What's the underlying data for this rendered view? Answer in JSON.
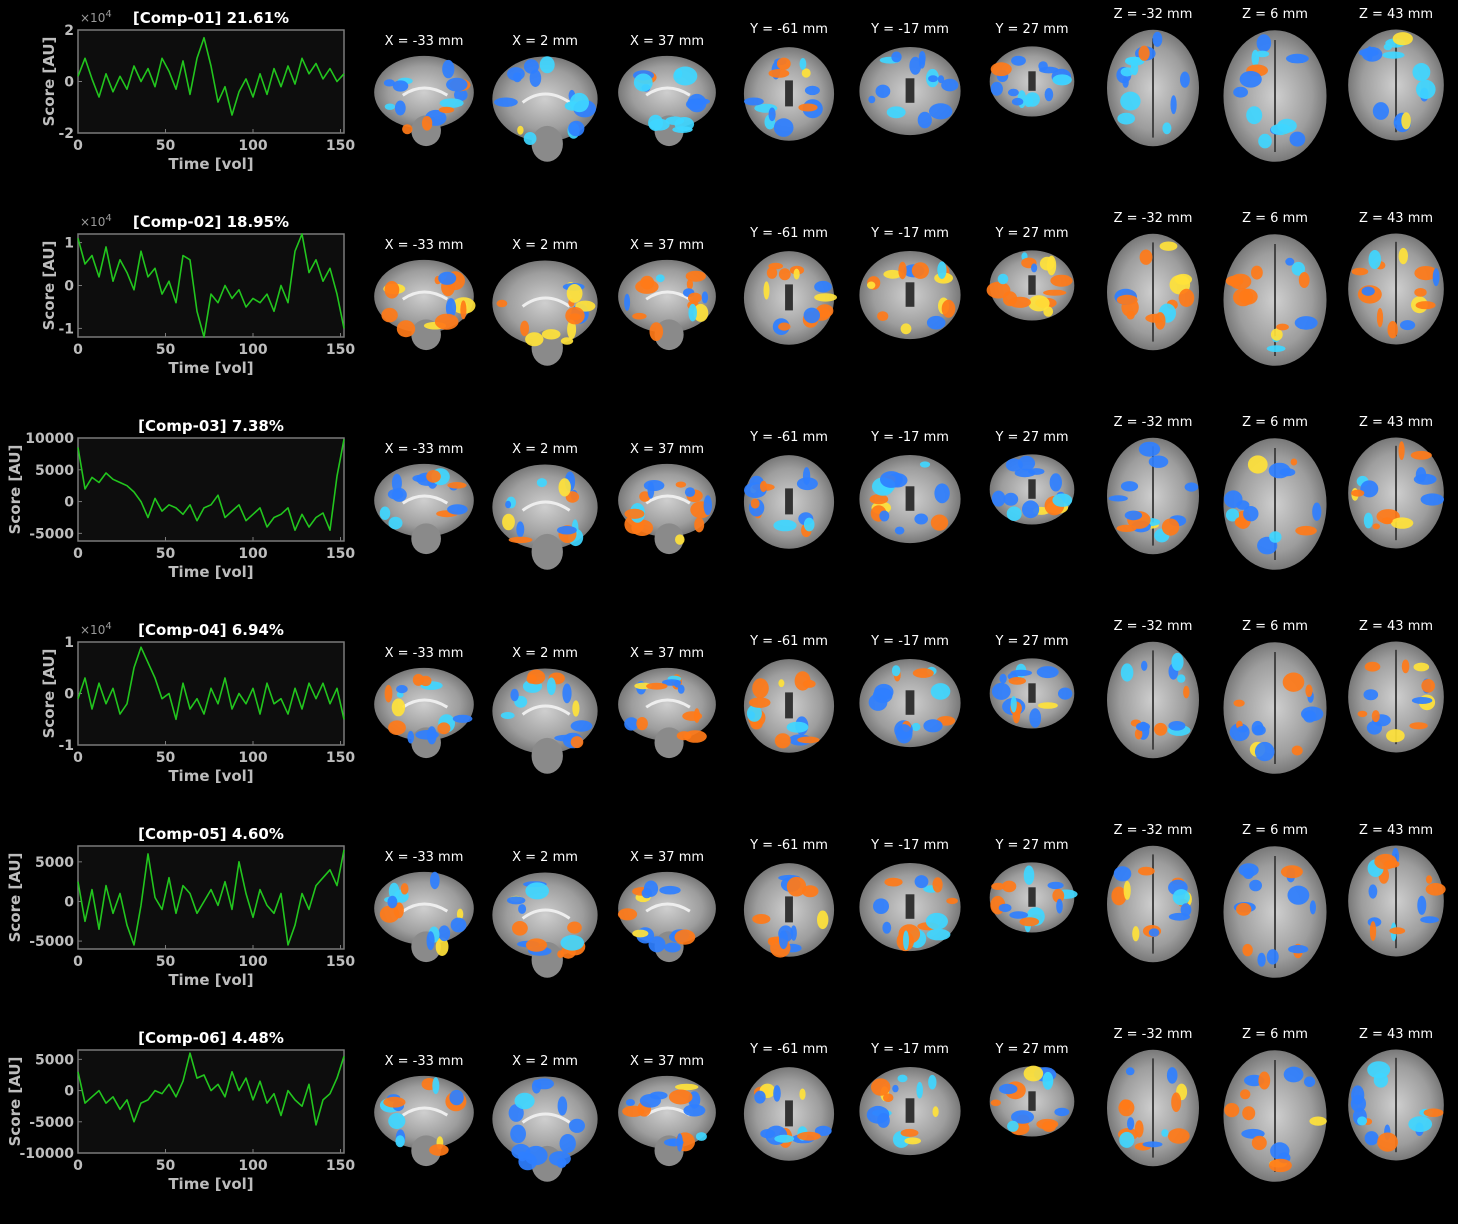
{
  "components": [
    {
      "title": "[Comp-01] 21.61%",
      "ylabel": "Score [AU]",
      "xlabel": "Time [vol]",
      "exponent": "×10",
      "exponent_power": "4",
      "x_ticks": [
        "0",
        "50",
        "100",
        "150"
      ],
      "y_ticks": [
        "2",
        "0",
        "-2"
      ],
      "chart_data": {
        "type": "line",
        "xlim": [
          0,
          152
        ],
        "ylim": [
          -2,
          2
        ],
        "y_tick_values": [
          2,
          0,
          -2
        ],
        "x": [
          0,
          4,
          8,
          12,
          16,
          20,
          24,
          28,
          32,
          36,
          40,
          44,
          48,
          52,
          56,
          60,
          64,
          68,
          72,
          76,
          80,
          84,
          88,
          92,
          96,
          100,
          104,
          108,
          112,
          116,
          120,
          124,
          128,
          132,
          136,
          140,
          144,
          148,
          152
        ],
        "values": [
          0.2,
          0.9,
          0.1,
          -0.6,
          0.3,
          -0.4,
          0.2,
          -0.3,
          0.6,
          0.0,
          0.5,
          -0.2,
          0.9,
          0.4,
          -0.3,
          0.8,
          -0.5,
          0.9,
          1.7,
          0.6,
          -0.8,
          -0.2,
          -1.3,
          -0.4,
          0.1,
          -0.6,
          0.3,
          -0.5,
          0.5,
          -0.2,
          0.6,
          -0.1,
          0.9,
          0.3,
          0.7,
          0.1,
          0.5,
          0.0,
          0.3
        ]
      },
      "slices": {
        "x": [
          "X = -33 mm",
          "X = 2 mm",
          "X = 37 mm"
        ],
        "y": [
          "Y = -61 mm",
          "Y = -17 mm",
          "Y = 27 mm"
        ],
        "z": [
          "Z = -32 mm",
          "Z = 6 mm",
          "Z = 43 mm"
        ]
      }
    },
    {
      "title": "[Comp-02] 18.95%",
      "ylabel": "Score [AU]",
      "xlabel": "Time [vol]",
      "exponent": "×10",
      "exponent_power": "4",
      "x_ticks": [
        "0",
        "50",
        "100",
        "150"
      ],
      "y_ticks": [
        "1",
        "0",
        "-1"
      ],
      "chart_data": {
        "type": "line",
        "xlim": [
          0,
          152
        ],
        "ylim": [
          -1.2,
          1.2
        ],
        "y_tick_values": [
          1,
          0,
          -1
        ],
        "x": [
          0,
          4,
          8,
          12,
          16,
          20,
          24,
          28,
          32,
          36,
          40,
          44,
          48,
          52,
          56,
          60,
          64,
          68,
          72,
          76,
          80,
          84,
          88,
          92,
          96,
          100,
          104,
          108,
          112,
          116,
          120,
          124,
          128,
          132,
          136,
          140,
          144,
          148,
          152
        ],
        "values": [
          1.1,
          0.5,
          0.7,
          0.2,
          0.9,
          0.1,
          0.6,
          0.3,
          -0.1,
          0.8,
          0.2,
          0.4,
          -0.2,
          0.1,
          -0.4,
          0.7,
          0.6,
          -0.6,
          -1.2,
          -0.2,
          -0.4,
          0.0,
          -0.3,
          -0.1,
          -0.5,
          -0.3,
          -0.4,
          -0.2,
          -0.6,
          0.0,
          -0.4,
          0.8,
          1.2,
          0.3,
          0.6,
          0.1,
          0.4,
          -0.2,
          -1.0
        ]
      },
      "slices": {
        "x": [
          "X = -33 mm",
          "X = 2 mm",
          "X = 37 mm"
        ],
        "y": [
          "Y = -61 mm",
          "Y = -17 mm",
          "Y = 27 mm"
        ],
        "z": [
          "Z = -32 mm",
          "Z = 6 mm",
          "Z = 43 mm"
        ]
      }
    },
    {
      "title": "[Comp-03] 7.38%",
      "ylabel": "Score [AU]",
      "xlabel": "Time [vol]",
      "exponent": "",
      "exponent_power": "",
      "x_ticks": [
        "0",
        "50",
        "100",
        "150"
      ],
      "y_ticks": [
        "10000",
        "5000",
        "0",
        "-5000"
      ],
      "chart_data": {
        "type": "line",
        "xlim": [
          0,
          152
        ],
        "ylim": [
          -6200,
          10000
        ],
        "y_tick_values": [
          10000,
          5000,
          0,
          -5000
        ],
        "x": [
          0,
          4,
          8,
          12,
          16,
          20,
          24,
          28,
          32,
          36,
          40,
          44,
          48,
          52,
          56,
          60,
          64,
          68,
          72,
          76,
          80,
          84,
          88,
          92,
          96,
          100,
          104,
          108,
          112,
          116,
          120,
          124,
          128,
          132,
          136,
          140,
          144,
          148,
          152
        ],
        "values": [
          8500,
          2000,
          3800,
          3000,
          4500,
          3500,
          3000,
          2500,
          1500,
          0,
          -2500,
          500,
          -1500,
          -500,
          -1000,
          -2000,
          -500,
          -3000,
          -1000,
          -500,
          1000,
          -2500,
          -1500,
          -500,
          -3000,
          -2000,
          -1000,
          -4000,
          -2500,
          -2000,
          -1000,
          -4500,
          -2000,
          -4000,
          -2500,
          -1800,
          -4500,
          4000,
          9800
        ]
      },
      "slices": {
        "x": [
          "X = -33 mm",
          "X = 2 mm",
          "X = 37 mm"
        ],
        "y": [
          "Y = -61 mm",
          "Y = -17 mm",
          "Y = 27 mm"
        ],
        "z": [
          "Z = -32 mm",
          "Z = 6 mm",
          "Z = 43 mm"
        ]
      }
    },
    {
      "title": "[Comp-04] 6.94%",
      "ylabel": "Score [AU]",
      "xlabel": "Time [vol]",
      "exponent": "×10",
      "exponent_power": "4",
      "x_ticks": [
        "0",
        "50",
        "100",
        "150"
      ],
      "y_ticks": [
        "1",
        "0",
        "-1"
      ],
      "chart_data": {
        "type": "line",
        "xlim": [
          0,
          152
        ],
        "ylim": [
          -1,
          1
        ],
        "y_tick_values": [
          1,
          0,
          -1
        ],
        "x": [
          0,
          4,
          8,
          12,
          16,
          20,
          24,
          28,
          32,
          36,
          40,
          44,
          48,
          52,
          56,
          60,
          64,
          68,
          72,
          76,
          80,
          84,
          88,
          92,
          96,
          100,
          104,
          108,
          112,
          116,
          120,
          124,
          128,
          132,
          136,
          140,
          144,
          148,
          152
        ],
        "values": [
          -0.1,
          0.3,
          -0.3,
          0.2,
          -0.2,
          0.1,
          -0.4,
          -0.2,
          0.5,
          0.9,
          0.6,
          0.3,
          -0.1,
          0.0,
          -0.5,
          0.2,
          -0.3,
          -0.1,
          -0.4,
          0.1,
          -0.2,
          0.3,
          -0.3,
          0.0,
          -0.2,
          0.1,
          -0.4,
          0.2,
          -0.2,
          -0.1,
          -0.4,
          0.1,
          -0.3,
          0.2,
          -0.1,
          0.2,
          -0.2,
          0.1,
          -0.5
        ]
      },
      "slices": {
        "x": [
          "X = -33 mm",
          "X = 2 mm",
          "X = 37 mm"
        ],
        "y": [
          "Y = -61 mm",
          "Y = -17 mm",
          "Y = 27 mm"
        ],
        "z": [
          "Z = -32 mm",
          "Z = 6 mm",
          "Z = 43 mm"
        ]
      }
    },
    {
      "title": "[Comp-05] 4.60%",
      "ylabel": "Score [AU]",
      "xlabel": "Time [vol]",
      "exponent": "",
      "exponent_power": "",
      "x_ticks": [
        "0",
        "50",
        "100",
        "150"
      ],
      "y_ticks": [
        "5000",
        "0",
        "-5000"
      ],
      "chart_data": {
        "type": "line",
        "xlim": [
          0,
          152
        ],
        "ylim": [
          -6000,
          7000
        ],
        "y_tick_values": [
          5000,
          0,
          -5000
        ],
        "x": [
          0,
          4,
          8,
          12,
          16,
          20,
          24,
          28,
          32,
          36,
          40,
          44,
          48,
          52,
          56,
          60,
          64,
          68,
          72,
          76,
          80,
          84,
          88,
          92,
          96,
          100,
          104,
          108,
          112,
          116,
          120,
          124,
          128,
          132,
          136,
          140,
          144,
          148,
          152
        ],
        "values": [
          2500,
          -2500,
          1500,
          -3500,
          2000,
          -1500,
          1000,
          -3000,
          -5500,
          -500,
          6000,
          500,
          -1000,
          3000,
          -1500,
          2000,
          1000,
          -1500,
          0,
          1500,
          -500,
          2500,
          -1000,
          5000,
          1000,
          -2000,
          1500,
          -500,
          -1500,
          1000,
          -5500,
          -3000,
          1000,
          -1000,
          2000,
          3000,
          4000,
          2000,
          6500
        ]
      },
      "slices": {
        "x": [
          "X = -33 mm",
          "X = 2 mm",
          "X = 37 mm"
        ],
        "y": [
          "Y = -61 mm",
          "Y = -17 mm",
          "Y = 27 mm"
        ],
        "z": [
          "Z = -32 mm",
          "Z = 6 mm",
          "Z = 43 mm"
        ]
      }
    },
    {
      "title": "[Comp-06] 4.48%",
      "ylabel": "Score [AU]",
      "xlabel": "Time [vol]",
      "exponent": "",
      "exponent_power": "",
      "x_ticks": [
        "0",
        "50",
        "100",
        "150"
      ],
      "y_ticks": [
        "5000",
        "0",
        "-5000",
        "-10000"
      ],
      "chart_data": {
        "type": "line",
        "xlim": [
          0,
          152
        ],
        "ylim": [
          -10000,
          6500
        ],
        "y_tick_values": [
          5000,
          0,
          -5000,
          -10000
        ],
        "x": [
          0,
          4,
          8,
          12,
          16,
          20,
          24,
          28,
          32,
          36,
          40,
          44,
          48,
          52,
          56,
          60,
          64,
          68,
          72,
          76,
          80,
          84,
          88,
          92,
          96,
          100,
          104,
          108,
          112,
          116,
          120,
          124,
          128,
          132,
          136,
          140,
          144,
          148,
          152
        ],
        "values": [
          3000,
          -2000,
          -1000,
          0,
          -2000,
          -1000,
          -3000,
          -1500,
          -5000,
          -2000,
          -1500,
          0,
          -500,
          1000,
          -1000,
          1500,
          6000,
          2000,
          2500,
          0,
          1000,
          -1000,
          3000,
          0,
          2000,
          -1500,
          1500,
          -2000,
          -500,
          -4000,
          0,
          -1500,
          -2500,
          1000,
          -5500,
          -1500,
          -500,
          2000,
          5500
        ]
      },
      "slices": {
        "x": [
          "X = -33 mm",
          "X = 2 mm",
          "X = 37 mm"
        ],
        "y": [
          "Y = -61 mm",
          "Y = -17 mm",
          "Y = 27 mm"
        ],
        "z": [
          "Z = -32 mm",
          "Z = 6 mm",
          "Z = 43 mm"
        ]
      }
    }
  ],
  "colors": {
    "trace": "#22c51e",
    "axes_frame": "#7a7a7a",
    "axes_bg": "#0d0d0d",
    "tick_text": "#bdbdbd",
    "positive_map": "#ff7a18",
    "positive_peak": "#ffe23a",
    "negative_map": "#2f7fff",
    "negative_peak": "#3fd6ff"
  }
}
